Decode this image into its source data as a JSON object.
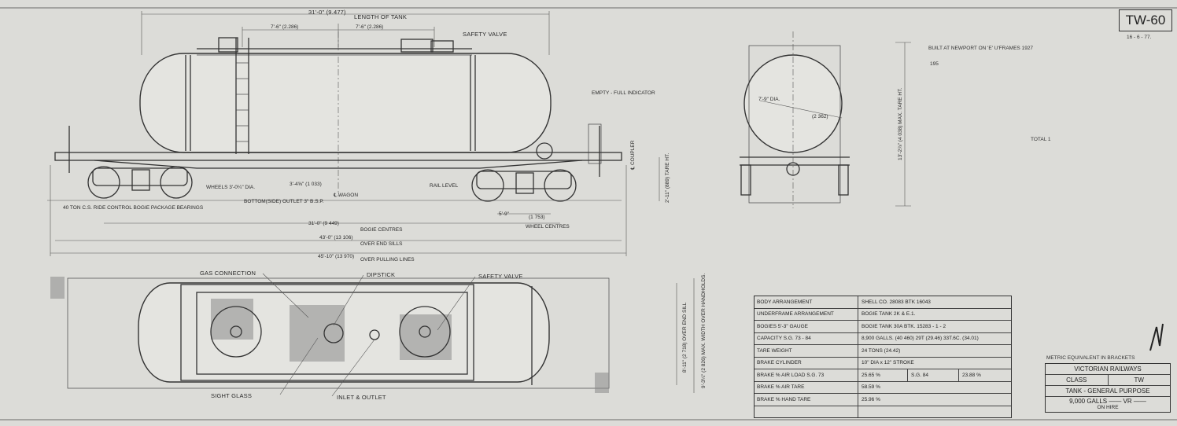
{
  "sheet": {
    "code": "TW-60",
    "date": "16 - 6 - 77.",
    "built_note": "BUILT AT NEWPORT ON 'E' U'FRAMES 1927",
    "number": "195",
    "total": "TOTAL 1"
  },
  "side_view": {
    "length_of_tank": "LENGTH OF TANK",
    "length_of_tank_dim": "31'-0\" (9.477)",
    "half_left": "7'-6\" (2.286)",
    "half_right": "7'-6\" (2.286)",
    "safety_valve": "SAFETY VALVE",
    "empty_full_indicator": "EMPTY - FULL INDICATOR",
    "coupler": "℄ COUPLER",
    "wheels": "WHEELS 3'-0¼\" DIA.",
    "outlet_dim": "3'-4⅝\" (1 033)",
    "bottom_outlet": "BOTTOM(SIDE) OUTLET 3\" B.S.P.",
    "wagon": "℄ WAGON",
    "rail_level": "RAIL LEVEL",
    "bogie_note": "40 TON C.S. RIDE CONTROL BOGIE PACKAGE BEARINGS",
    "wheel_centres_dim": "5'-9\"",
    "wheel_centres_metric": "(1 753)",
    "wheel_centres": "WHEEL CENTRES",
    "bogie_centres_dim": "31'-0\" (9 449)",
    "bogie_centres": "BOGIE CENTRES",
    "end_sills_dim": "43'-0\" (13 106)",
    "end_sills": "OVER END SILLS",
    "pulling_lines_dim": "45'-10\" (13 970)",
    "pulling_lines": "OVER PULLING LINES",
    "coupler_height": "2'-11\" (889) TARE HT."
  },
  "end_view": {
    "diameter": "7'-9\" DIA.",
    "diameter_metric": "(2 362)",
    "max_height": "13'-2⅞\" (4 038) MAX. TARE HT."
  },
  "plan_view": {
    "gas_connection": "GAS CONNECTION",
    "dipstick": "DIPSTICK",
    "safety_valve": "SAFETY VALVE",
    "sight_glass": "SIGHT GLASS",
    "inlet_outlet": "INLET & OUTLET",
    "width_end_sill": "8'-11\" (2 718) OVER END SILL",
    "width_handholds": "9'-3¼\" (2 826) MAX. WIDTH OVER HANDHOLDS."
  },
  "spec_table": {
    "rows": [
      {
        "label": "BODY ARRANGEMENT",
        "value": "SHELL CO. 28083 BTK 16043"
      },
      {
        "label": "UNDERFRAME ARRANGEMENT",
        "value": "BOGIE TANK 2K & E.1."
      },
      {
        "label": "BOGIES 5'-3\" GAUGE",
        "value": "BOGIE TANK 30A BTK. 15283 - 1 - 2"
      },
      {
        "label": "CAPACITY S.G. 73 - 84",
        "value": "8,900 GALLS. (40 460) 29T (29.46) 33T.6C. (34.01)"
      },
      {
        "label": "TARE WEIGHT",
        "value": "24 TONS (24.42)"
      },
      {
        "label": "BRAKE CYLINDER",
        "value": "10\" DIA x 12\" STROKE"
      },
      {
        "label": "BRAKE % AIR LOAD S.G. 73",
        "value": "25.65 %",
        "value2": "S.G. 84",
        "value3": "23.88 %"
      },
      {
        "label": "BRAKE % AIR TARE",
        "value": "58.59 %"
      },
      {
        "label": "BRAKE % HAND TARE",
        "value": "25.96 %"
      },
      {
        "label": "",
        "value": ""
      }
    ]
  },
  "title_block": {
    "metric_note": "METRIC EQUIVALENT IN BRACKETS",
    "railway": "VICTORIAN RAILWAYS",
    "class_label": "CLASS",
    "class_value": "TW",
    "description": "TANK - GENERAL PURPOSE",
    "capacity": "9,000 GALLS —— VR ——",
    "hire": "ON HIRE"
  }
}
